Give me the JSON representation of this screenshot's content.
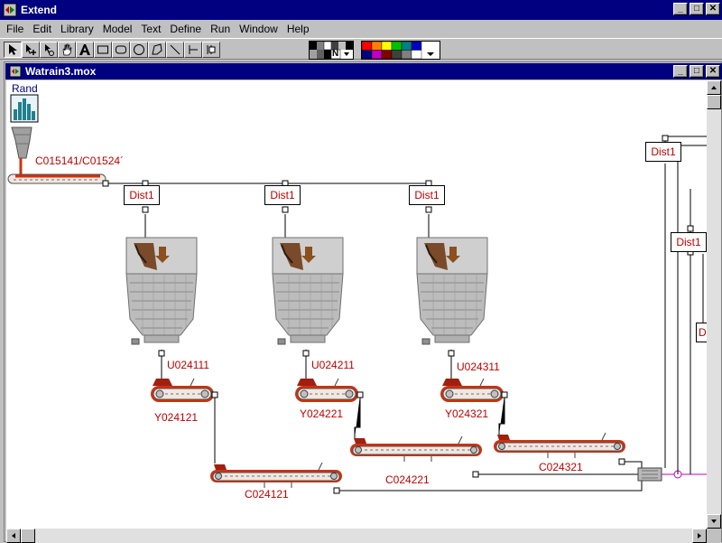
{
  "app": {
    "title": "Extend",
    "accent": "#000080"
  },
  "menu": [
    {
      "label": "File",
      "key": "F"
    },
    {
      "label": "Edit",
      "key": "E"
    },
    {
      "label": "Library",
      "key": "L"
    },
    {
      "label": "Model",
      "key": "M"
    },
    {
      "label": "Text",
      "key": "T"
    },
    {
      "label": "Define",
      "key": "D"
    },
    {
      "label": "Run",
      "key": "R"
    },
    {
      "label": "Window",
      "key": "W"
    },
    {
      "label": "Help",
      "key": "H"
    }
  ],
  "toolbar": {
    "tools": [
      "pointer-tool",
      "clone-tool",
      "clone-layer-tool",
      "hand-tool",
      "text-tool",
      "rectangle-tool",
      "rounded-rectangle-tool",
      "oval-tool",
      "polygon-tool",
      "line-tool",
      "right-angle-line-tool",
      "hierarchy-tool"
    ],
    "pattern_label": "N",
    "palette": [
      "#ff0000",
      "#ff8000",
      "#ffff00",
      "#00c000",
      "#008080",
      "#0000c0",
      "#000080",
      "#c000c0",
      "#800000",
      "#404040",
      "#808080",
      "#ffffff"
    ]
  },
  "document": {
    "title": "Watrain3.mox"
  },
  "model": {
    "rand_label": "Rand",
    "source_conveyor_label": "C015141/C01524´",
    "dist_label": "Dist1",
    "dist_right_partial": "D",
    "bins": [
      "U024111",
      "U024211",
      "U024311"
    ],
    "feeders": [
      "Y024121",
      "Y024221",
      "Y024321"
    ],
    "conveyors": [
      "C024121",
      "C024221",
      "C024321"
    ]
  },
  "colors": {
    "block_label": "#c00000",
    "belt_red": "#d03010",
    "connector": "#000000"
  }
}
